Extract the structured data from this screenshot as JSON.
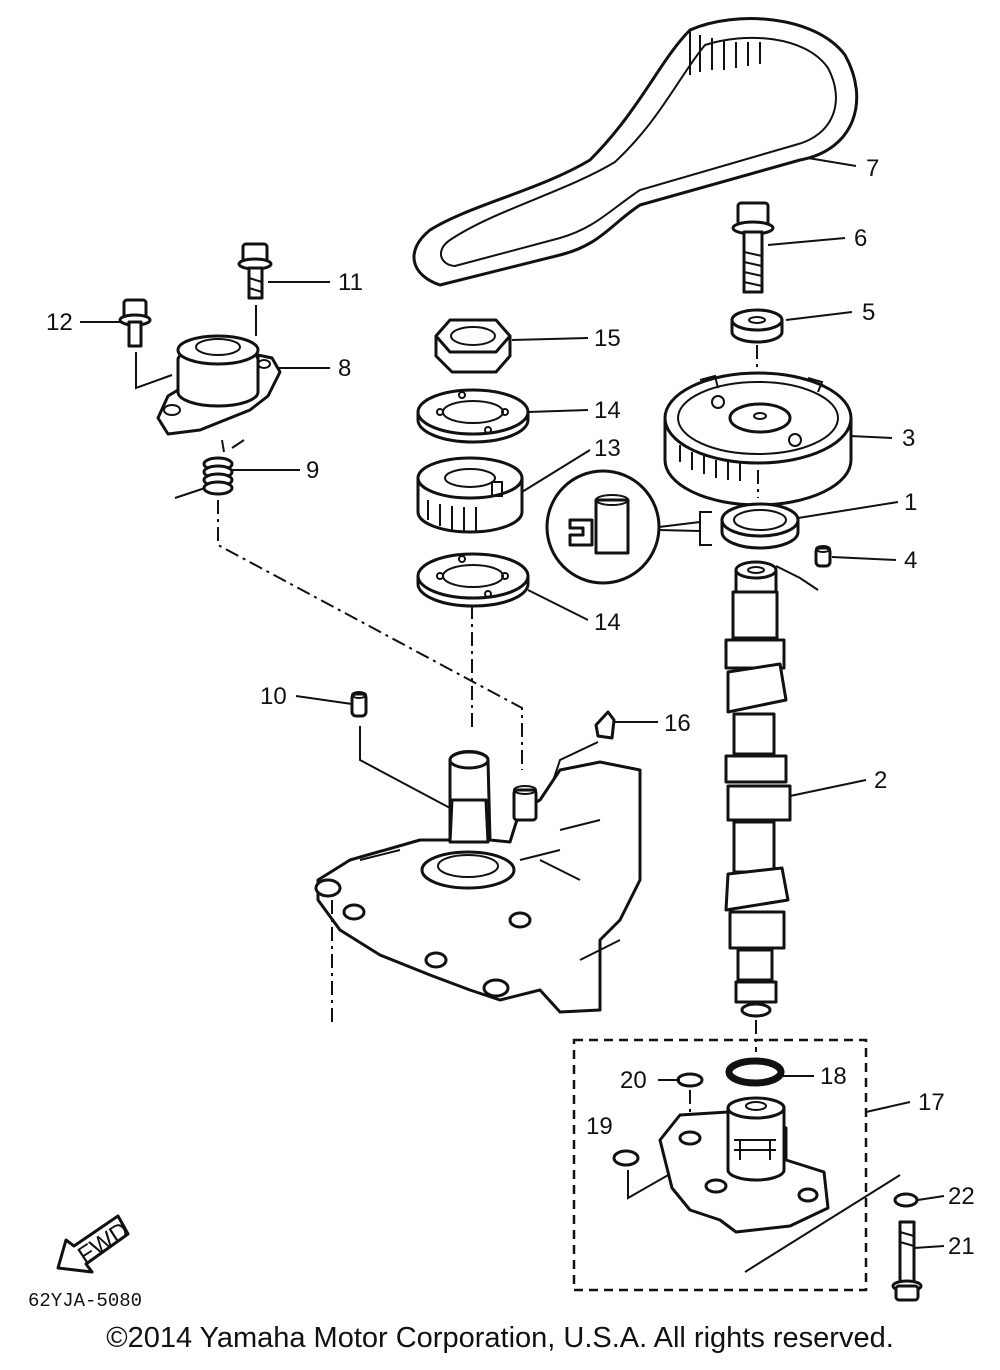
{
  "labels": {
    "p1": "1",
    "p2": "2",
    "p3": "3",
    "p4": "4",
    "p5": "5",
    "p6": "6",
    "p7": "7",
    "p8": "8",
    "p9": "9",
    "p10": "10",
    "p11": "11",
    "p12": "12",
    "p13": "13",
    "p14a": "14",
    "p14b": "14",
    "p15": "15",
    "p16": "16",
    "p17": "17",
    "p18": "18",
    "p19": "19",
    "p20": "20",
    "p21": "21",
    "p22": "22"
  },
  "fwd_label": "FWD",
  "diagram_code": "62YJA-5080",
  "copyright": "©2014 Yamaha Motor Corporation, U.S.A. All rights reserved."
}
